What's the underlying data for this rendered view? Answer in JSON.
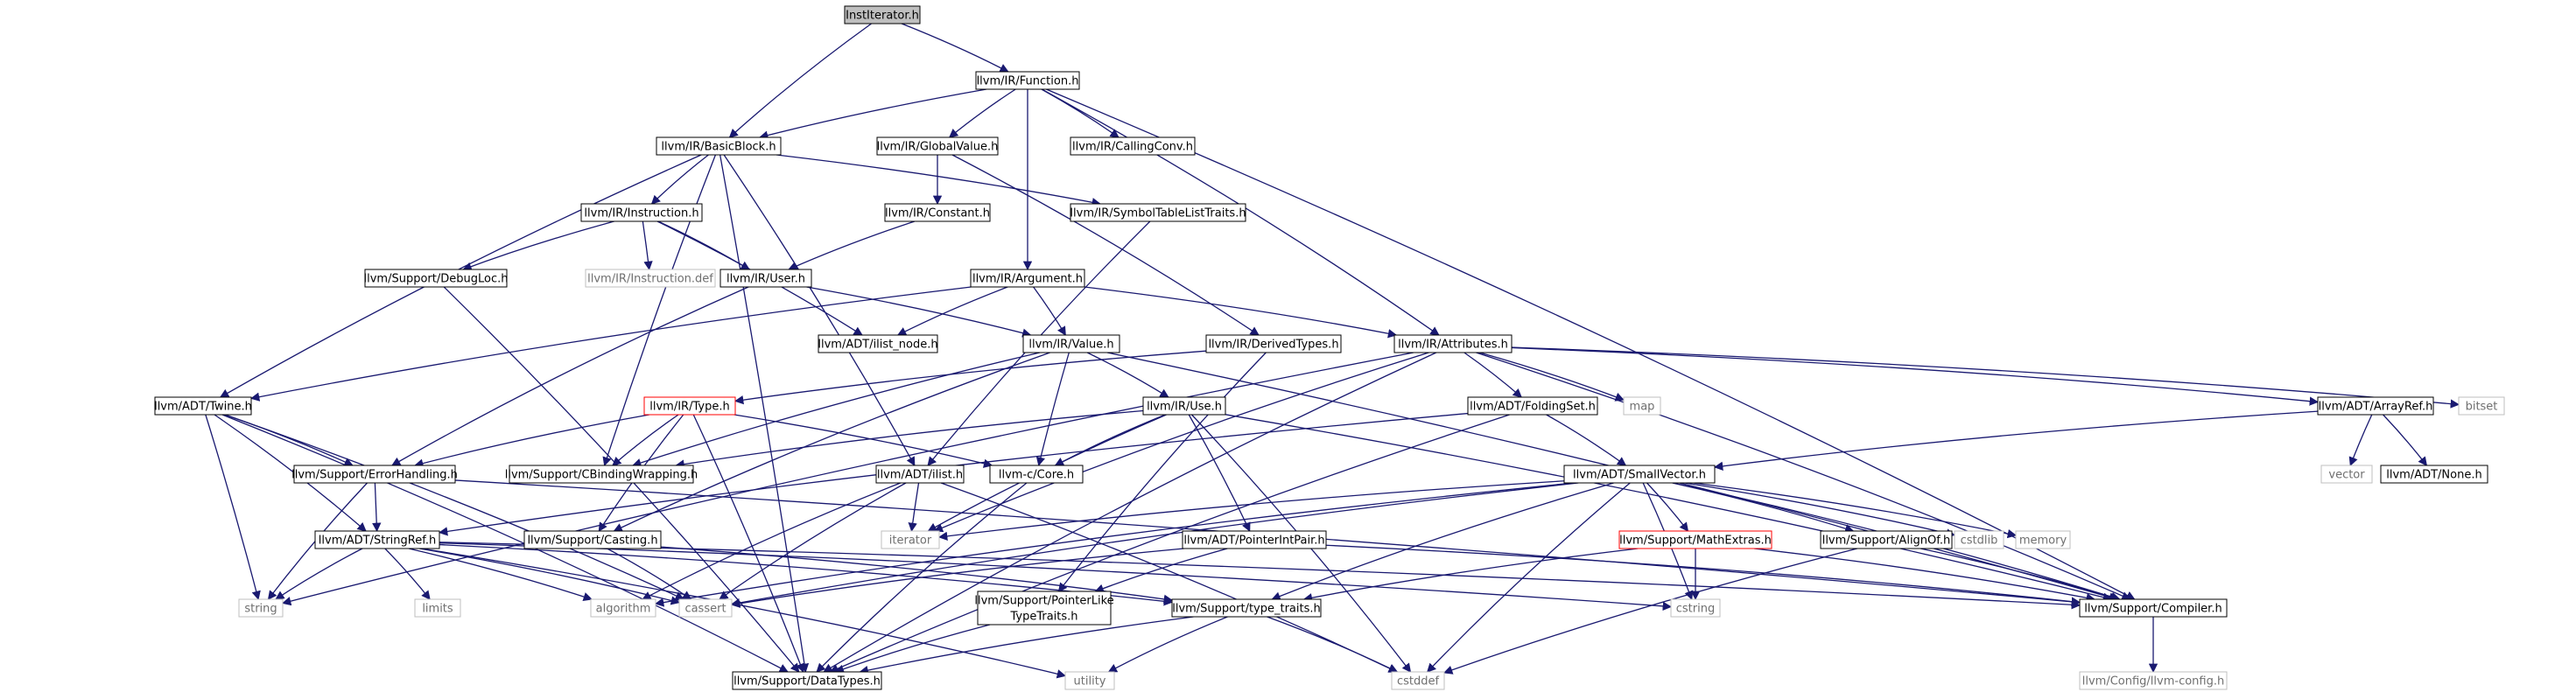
{
  "nodes": {
    "root": "InstIterator.h",
    "function": "llvm/IR/Function.h",
    "basicblock": "llvm/IR/BasicBlock.h",
    "globalvalue": "llvm/IR/GlobalValue.h",
    "callingconv": "llvm/IR/CallingConv.h",
    "instruction": "llvm/IR/Instruction.h",
    "constant": "llvm/IR/Constant.h",
    "symtab": "llvm/IR/SymbolTableListTraits.h",
    "debugloc": "llvm/Support/DebugLoc.h",
    "instdef": "llvm/IR/Instruction.def",
    "user": "llvm/IR/User.h",
    "argument": "llvm/IR/Argument.h",
    "ilistnode": "llvm/ADT/ilist_node.h",
    "value": "llvm/IR/Value.h",
    "derived": "llvm/IR/DerivedTypes.h",
    "attributes": "llvm/IR/Attributes.h",
    "twine": "llvm/ADT/Twine.h",
    "type": "llvm/IR/Type.h",
    "use": "llvm/IR/Use.h",
    "foldingset": "llvm/ADT/FoldingSet.h",
    "map": "map",
    "arrayref": "llvm/ADT/ArrayRef.h",
    "bitset": "bitset",
    "errorhandling": "llvm/Support/ErrorHandling.h",
    "cbinding": "llvm/Support/CBindingWrapping.h",
    "ccore": "llvm-c/Core.h",
    "ilist": "llvm/ADT/ilist.h",
    "smallvector": "llvm/ADT/SmallVector.h",
    "vector": "vector",
    "none": "llvm/ADT/None.h",
    "stringref": "llvm/ADT/StringRef.h",
    "casting": "llvm/Support/Casting.h",
    "iterator": "iterator",
    "pointerintpair": "llvm/ADT/PointerIntPair.h",
    "mathextras": "llvm/Support/MathExtras.h",
    "alignof": "llvm/Support/AlignOf.h",
    "cstdlib": "cstdlib",
    "memory": "memory",
    "string": "string",
    "limits": "limits",
    "algorithm": "algorithm",
    "cassert": "cassert",
    "cstring": "cstring",
    "compiler": "llvm/Support/Compiler.h",
    "ptrliketraits_1": "llvm/Support/PointerLike",
    "ptrliketraits_2": "TypeTraits.h",
    "typetraits": "llvm/Support/type_traits.h",
    "utility": "utility",
    "cstddef": "cstddef",
    "datatypes": "llvm/Support/DataTypes.h",
    "llvmconfig": "llvm/Config/llvm-config.h"
  },
  "colors": {
    "edge": "#191970",
    "node_border": "#000000",
    "root_fill": "#bfbfbf",
    "truncated_border": "#ff0000",
    "std_border": "#bfbfbf",
    "std_text": "#6f6f6f"
  }
}
